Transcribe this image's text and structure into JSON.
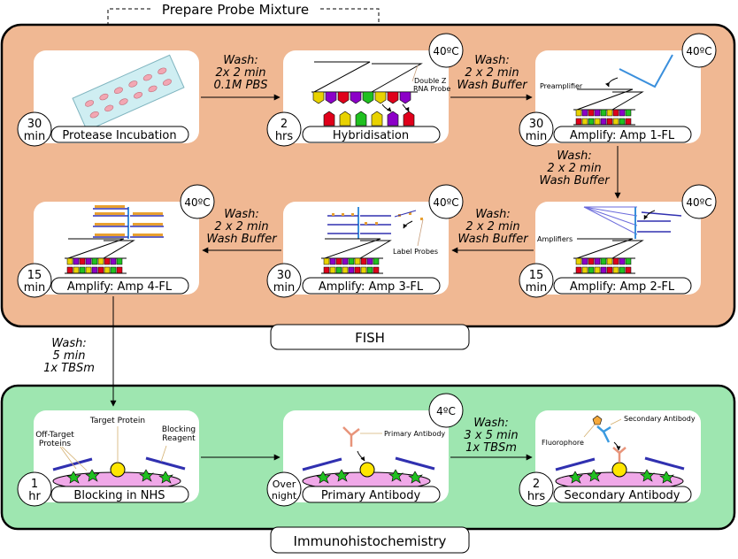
{
  "top_label": "Prepare Probe Mixture",
  "fish": {
    "label": "FISH",
    "steps": {
      "s1": {
        "title": "Protease Incubation",
        "time": [
          "30",
          "min"
        ]
      },
      "s2": {
        "title": "Hybridisation",
        "time": [
          "2",
          "hrs"
        ],
        "temp": "40ºC",
        "probe_label": [
          "Double Z",
          "RNA Probe"
        ]
      },
      "s3": {
        "title": "Amplify: Amp 1-FL",
        "time": [
          "30",
          "min"
        ],
        "temp": "40ºC",
        "note": "Preamplifier"
      },
      "s4": {
        "title": "Amplify: Amp 2-FL",
        "time": [
          "15",
          "min"
        ],
        "temp": "40ºC",
        "note": "Amplifiers"
      },
      "s5": {
        "title": "Amplify: Amp 3-FL",
        "time": [
          "30",
          "min"
        ],
        "temp": "40ºC",
        "note": "Label Probes"
      },
      "s6": {
        "title": "Amplify: Amp 4-FL",
        "time": [
          "15",
          "min"
        ],
        "temp": "40ºC"
      }
    },
    "washes": {
      "w1": [
        "Wash:",
        "2x 2 min",
        "0.1M PBS"
      ],
      "w2": [
        "Wash:",
        "2 x 2 min",
        "Wash Buffer"
      ],
      "w3": [
        "Wash:",
        "2 x 2 min",
        "Wash Buffer"
      ],
      "w4": [
        "Wash:",
        "2 x 2 min",
        "Wash Buffer"
      ],
      "w5": [
        "Wash:",
        "2 x 2 min",
        "Wash Buffer"
      ]
    }
  },
  "transfer_wash": [
    "Wash:",
    "5 min",
    "1x TBSm"
  ],
  "ihc": {
    "label": "Immunohistochemistry",
    "steps": {
      "b1": {
        "title": "Blocking in NHS",
        "time": [
          "1",
          "hr"
        ],
        "labels": {
          "target": "Target Protein",
          "offtarget": [
            "Off-Target",
            "Proteins"
          ],
          "blocking": [
            "Blocking",
            "Reagent"
          ]
        }
      },
      "b2": {
        "title": "Primary Antibody",
        "time": [
          "Over",
          "night"
        ],
        "temp": "4ºC",
        "note": "Primary Antibody"
      },
      "b3": {
        "title": "Secondary Antibody",
        "time": [
          "2",
          "hrs"
        ],
        "labels": {
          "secondary": "Secondary Antibody",
          "fluorophore": "Fluorophore"
        }
      }
    },
    "wash": [
      "Wash:",
      "3 x 5 min",
      "1x TBSm"
    ]
  }
}
